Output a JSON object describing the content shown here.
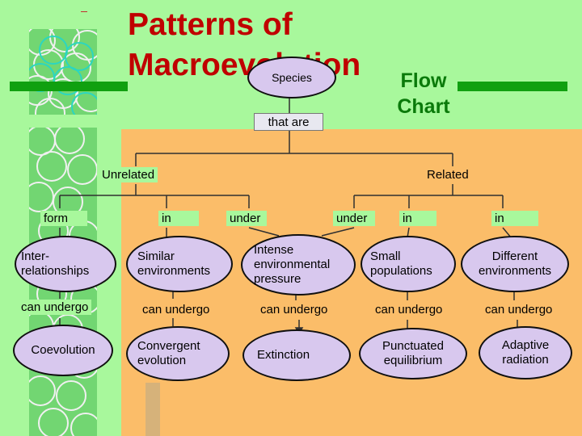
{
  "title": {
    "line1": "Patterns of",
    "line2": "Macroevolution",
    "flow": "Flow",
    "chart": "Chart"
  },
  "root": "Species",
  "connector": "that are",
  "branches": {
    "unrelated": "Unrelated",
    "related": "Related"
  },
  "relations": [
    "form",
    "in",
    "under",
    "under",
    "in",
    "in"
  ],
  "conditions": [
    [
      "Inter-",
      "relationships"
    ],
    [
      "Similar",
      "environments"
    ],
    [
      "Intense",
      "environmental",
      "pressure"
    ],
    [
      "Small",
      "populations"
    ],
    [
      "Different",
      "environments"
    ]
  ],
  "actions": [
    "can undergo",
    "can undergo",
    "can undergo",
    "can undergo",
    "can undergo"
  ],
  "outcomes": [
    [
      "Coevolution"
    ],
    [
      "Convergent",
      "evolution"
    ],
    [
      "Extinction"
    ],
    [
      "Punctuated",
      "equilibrium"
    ],
    [
      "Adaptive",
      "radiation"
    ]
  ],
  "colors": {
    "background": "#a8f89c",
    "panel": "#fbbd69",
    "title": "#c00000",
    "flow_text": "#0a7a0a",
    "ellipse": "#d8c8ee"
  }
}
